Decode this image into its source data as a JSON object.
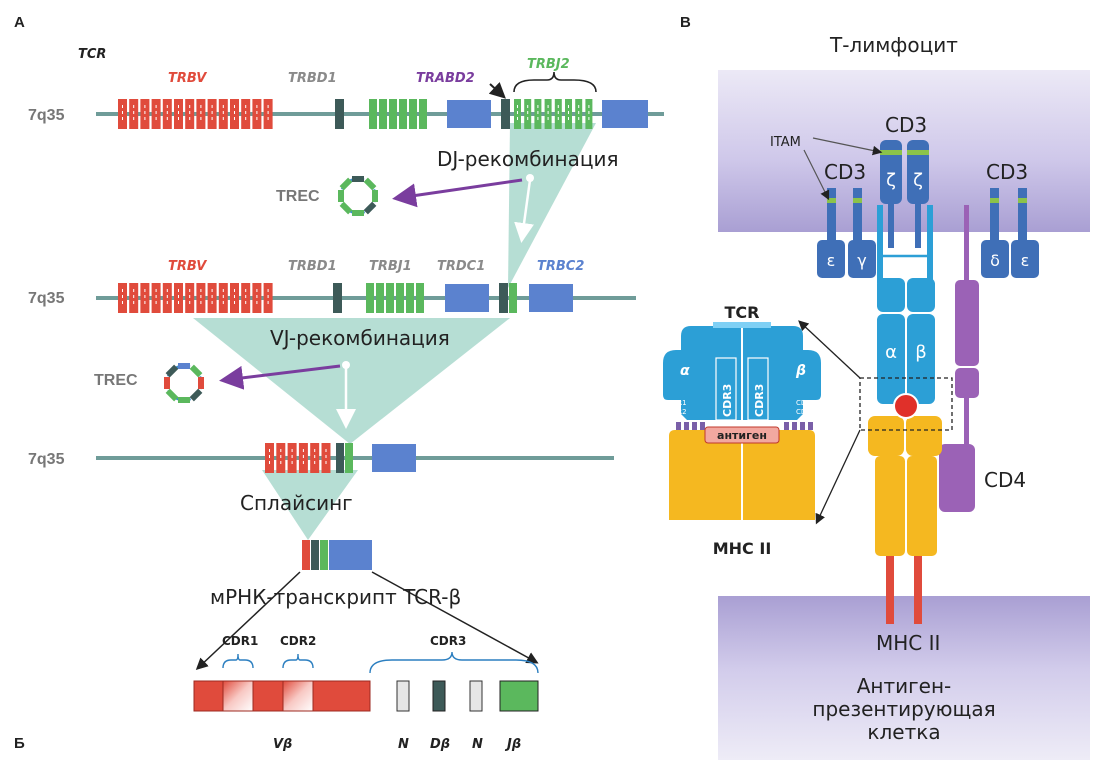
{
  "panels": {
    "a": "А",
    "b": "Б",
    "v": "В"
  },
  "left": {
    "tcr_title": "TCR",
    "locus": "7q35",
    "row1": {
      "trbv": "TRBV",
      "trbd1": "TRBD1",
      "trabd2": "TRABD2",
      "trbj2": "TRBJ2"
    },
    "row2": {
      "trbv": "TRBV",
      "trbd1": "TRBD1",
      "trbj1": "TRBJ1",
      "trdc1": "TRDC1",
      "trbc2": "TRBC2"
    },
    "steps": {
      "dj": "DJ-рекомбинация",
      "vj": "VJ-рекомбинация",
      "splicing": "Сплайсинг",
      "mrna": "мРНК-транскрипт TCR-β"
    },
    "trec": "TREC",
    "cdr": {
      "cdr1": "CDR1",
      "cdr2": "CDR2",
      "cdr3": "CDR3"
    },
    "segments": {
      "vb": "Vβ",
      "n1": "N",
      "db": "Dβ",
      "n2": "N",
      "jb": "Jβ"
    }
  },
  "right": {
    "tcell": "Т-лимфоцит",
    "cd3_top": "CD3",
    "cd3_left": "CD3",
    "cd3_right": "CD3",
    "itam": "ITAM",
    "zeta": "ζ",
    "eps": "ε",
    "gamma": "γ",
    "delta": "δ",
    "alpha": "α",
    "beta": "β",
    "cd4": "CD4",
    "mhc2_bottom": "MHC II",
    "apc": [
      "Антиген-",
      "презентирующая",
      "клетка"
    ],
    "inset": {
      "tcr": "TCR",
      "alpha": "α",
      "beta": "β",
      "cdr3": "CDR3",
      "cdr1": "CDR1",
      "cdr2": "CDR2",
      "antigen": "антиген",
      "mhc": "MHC II"
    }
  },
  "colors": {
    "v_red": "#e04b3c",
    "d_dark": "#3d5a58",
    "j_green": "#5bb85d",
    "c_blue": "#5b82cf",
    "chrom": "#6f9c99",
    "teal_fill": "#a9d8cc",
    "arrow_purple": "#7a3d9e",
    "membrane": "#b9b1dc",
    "tcr_blue": "#2c9fd6",
    "mhc_yellow": "#f5b820",
    "cd4_purple": "#9b62b6",
    "cd3_blue": "#3f6fb7"
  }
}
